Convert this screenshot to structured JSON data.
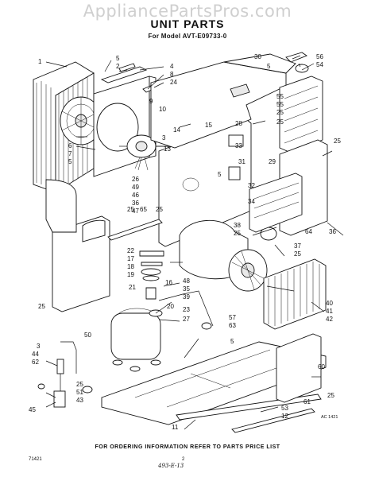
{
  "watermark": "AppliancePartsPros.com",
  "header": {
    "title": "UNIT PARTS",
    "subtitle": "For Model AVT-E09733-0"
  },
  "footer": {
    "text": "FOR ORDERING INFORMATION REFER TO PARTS PRICE LIST",
    "code_left": "71421",
    "page_number": "2",
    "handwritten_note": "493-E-13",
    "figure_ref": "AC 1421"
  },
  "callouts": [
    "30",
    "5",
    "56",
    "54",
    "55",
    "1",
    "5",
    "2",
    "4",
    "8",
    "24",
    "55",
    "25",
    "25",
    "9",
    "10",
    "14",
    "15",
    "28",
    "33",
    "25",
    "29",
    "6",
    "7",
    "3",
    "5",
    "31",
    "13",
    "5",
    "26",
    "49",
    "46",
    "36",
    "47",
    "25",
    "65",
    "25",
    "32",
    "34",
    "64",
    "36",
    "38",
    "25",
    "37",
    "25",
    "22",
    "17",
    "18",
    "19",
    "21",
    "16",
    "48",
    "35",
    "39",
    "40",
    "41",
    "42",
    "25",
    "20",
    "23",
    "27",
    "50",
    "57",
    "63",
    "3",
    "44",
    "62",
    "25",
    "51",
    "43",
    "45",
    "5",
    "60",
    "61",
    "25",
    "53",
    "12",
    "11"
  ]
}
